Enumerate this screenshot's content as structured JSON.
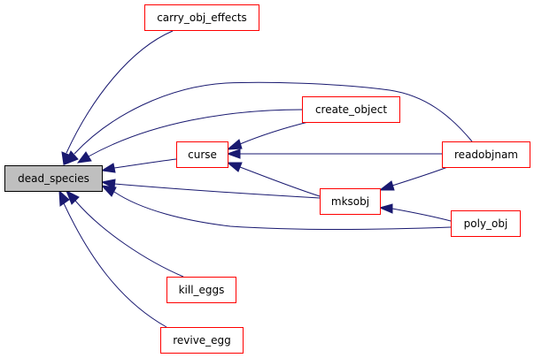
{
  "graph": {
    "colors": {
      "edge": "#191970",
      "root_fill": "#bfbfbf",
      "root_stroke": "#000000",
      "node_fill": "#ffffff",
      "node_stroke": "#ff0000"
    },
    "nodes": [
      {
        "id": "dead_species",
        "label": "dead_species",
        "root": true
      },
      {
        "id": "carry_obj_effects",
        "label": "carry_obj_effects"
      },
      {
        "id": "create_object",
        "label": "create_object"
      },
      {
        "id": "curse",
        "label": "curse"
      },
      {
        "id": "readobjnam",
        "label": "readobjnam"
      },
      {
        "id": "mksobj",
        "label": "mksobj"
      },
      {
        "id": "poly_obj",
        "label": "poly_obj"
      },
      {
        "id": "kill_eggs",
        "label": "kill_eggs"
      },
      {
        "id": "revive_egg",
        "label": "revive_egg"
      }
    ],
    "edges": [
      {
        "from": "carry_obj_effects",
        "to": "dead_species"
      },
      {
        "from": "readobjnam",
        "to": "dead_species"
      },
      {
        "from": "create_object",
        "to": "dead_species"
      },
      {
        "from": "curse",
        "to": "dead_species"
      },
      {
        "from": "mksobj",
        "to": "dead_species"
      },
      {
        "from": "poly_obj",
        "to": "dead_species"
      },
      {
        "from": "kill_eggs",
        "to": "dead_species"
      },
      {
        "from": "revive_egg",
        "to": "dead_species"
      },
      {
        "from": "create_object",
        "to": "curse"
      },
      {
        "from": "readobjnam",
        "to": "curse"
      },
      {
        "from": "mksobj",
        "to": "curse"
      },
      {
        "from": "readobjnam",
        "to": "mksobj"
      },
      {
        "from": "poly_obj",
        "to": "mksobj"
      }
    ]
  }
}
